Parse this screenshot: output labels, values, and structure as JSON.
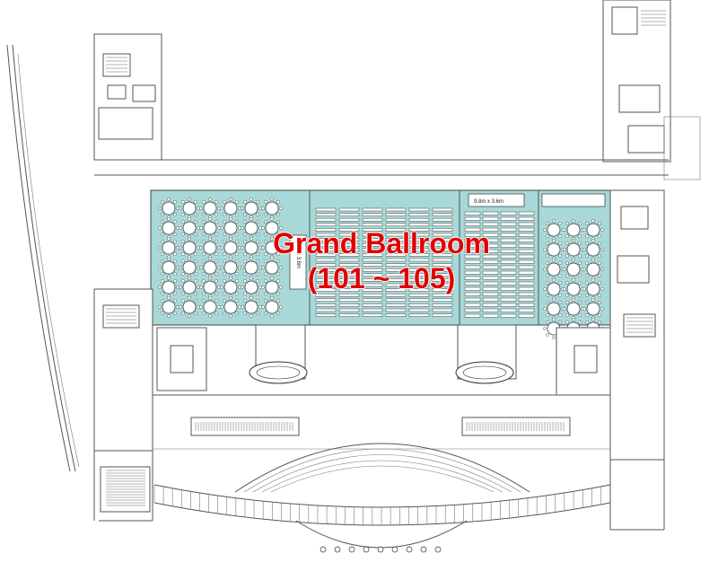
{
  "floor_plan": {
    "ballroom": {
      "name": "Grand Ballroom",
      "rooms": "(101 ~ 105)",
      "color": "#a8d8d8",
      "stage_label_a": "9.8m x 3.6m",
      "stage_label_b": "9.8m x 3.6m"
    },
    "title_color": "#e00000",
    "icons": [
      "elevator-icon",
      "stair-icon",
      "escalator-icon",
      "restroom-icon"
    ]
  }
}
